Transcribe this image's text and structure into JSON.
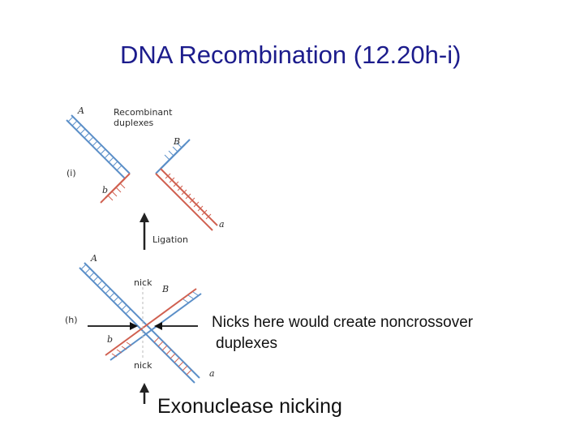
{
  "slide": {
    "title": "DNA Recombination (12.20h-i)"
  },
  "figure": {
    "panel_i": {
      "label": "(i)",
      "heading_line1": "Recombinant",
      "heading_line2": "duplexes",
      "letters": {
        "A": "A",
        "B": "B",
        "b": "b",
        "a": "a"
      }
    },
    "arrow_label": "Ligation",
    "panel_h": {
      "label": "(h)",
      "nick_top": "nick",
      "nick_bottom": "nick",
      "letters": {
        "A": "A",
        "B": "B",
        "b": "b",
        "a": "a"
      }
    },
    "colors": {
      "strand_blue": "#5b8fc8",
      "strand_red": "#d06050"
    }
  },
  "callout": {
    "line1": "Nicks here would create noncrossover",
    "line2": "duplexes"
  },
  "caption": "Exonuclease nicking"
}
